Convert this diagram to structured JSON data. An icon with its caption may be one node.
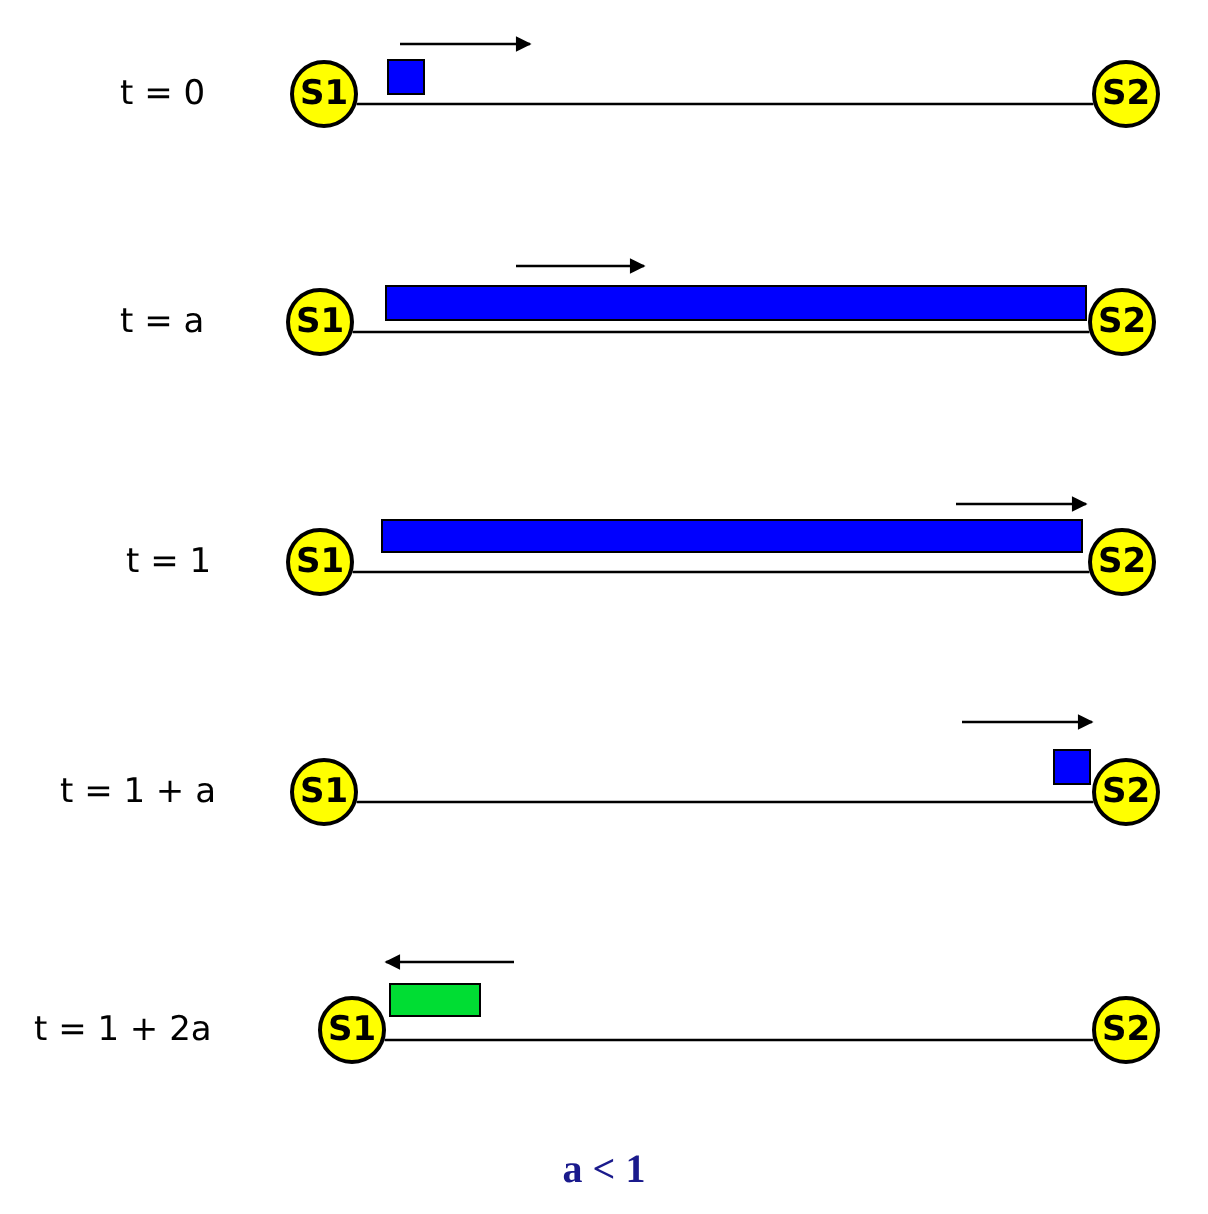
{
  "diagram": {
    "caption": "a < 1",
    "nodes": [
      {
        "text": [
          "S1"
        ]
      },
      {
        "text": [],
        "shape": "bar"
      },
      {
        "text": [
          "S2"
        ]
      },
      {
        "text": [
          "S1"
        ]
      },
      {
        "text": [],
        "shape": "bar"
      },
      {
        "text": [
          "S2"
        ]
      },
      {
        "text": [
          "S1"
        ]
      },
      {
        "text": [],
        "shape": "bar"
      },
      {
        "text": [
          "S2"
        ]
      },
      {
        "text": [
          "S1"
        ]
      },
      {
        "text": [],
        "shape": "bar"
      },
      {
        "text": [
          "S2"
        ]
      },
      {
        "text": [
          "S1"
        ]
      },
      {
        "text": [],
        "shape": "bar"
      },
      {
        "text": [
          "S2"
        ]
      }
    ],
    "edges": [
      {
        "from": 0,
        "to": 2,
        "arrow": "none"
      },
      {
        "from": 3,
        "to": 5,
        "arrow": "none"
      },
      {
        "from": 6,
        "to": 8,
        "arrow": "none"
      },
      {
        "from": 9,
        "to": 11,
        "arrow": "none"
      },
      {
        "from": 12,
        "to": 14,
        "arrow": "none"
      }
    ],
    "labels": [
      "t = 0",
      "t = a",
      "t = 1",
      "t = 1 + a",
      "t = 1 + 2a"
    ]
  }
}
